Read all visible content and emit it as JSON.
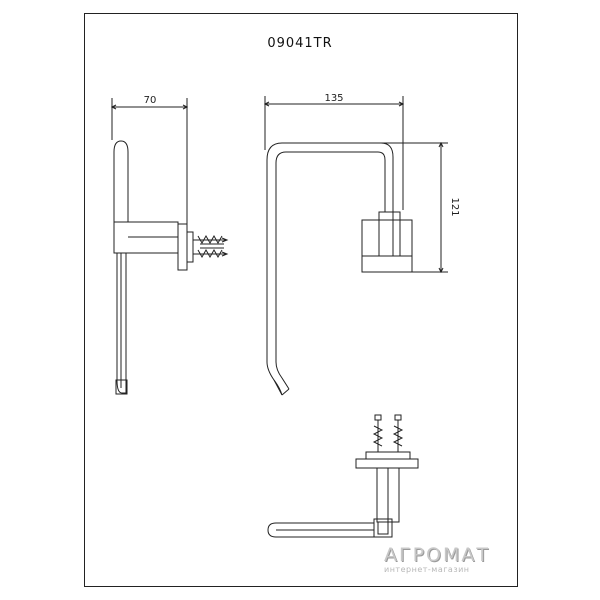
{
  "drawing": {
    "model_code": "09041TR",
    "dimensions": {
      "side_depth": "70",
      "front_width": "135",
      "front_height": "121"
    }
  },
  "watermark": {
    "name": "АГРОМАТ",
    "tagline": "интернет-магазин"
  },
  "colors": {
    "line": "#222222",
    "watermark": "#c8c8c8"
  }
}
